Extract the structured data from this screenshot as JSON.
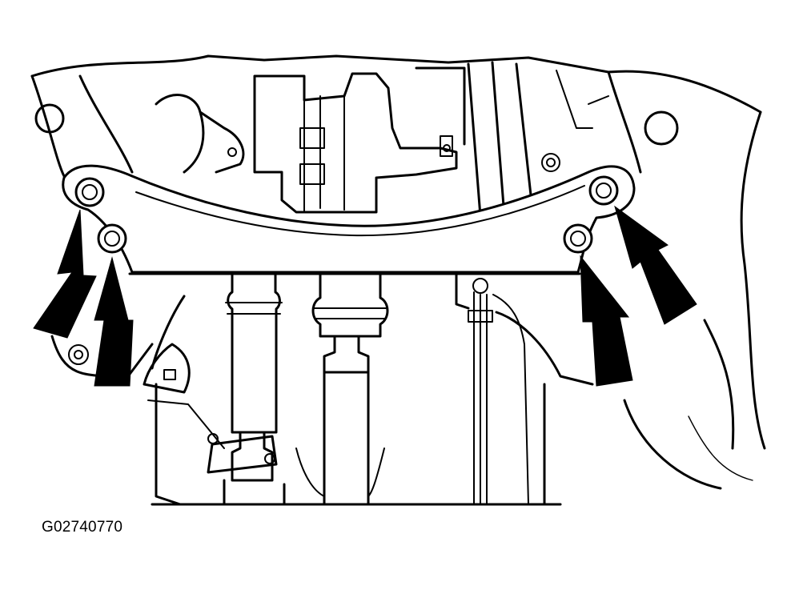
{
  "figure": {
    "code": "G02740770",
    "fastener_count": 4,
    "arrow_count": 4,
    "colors": {
      "line": "#000000",
      "background": "#ffffff"
    }
  }
}
